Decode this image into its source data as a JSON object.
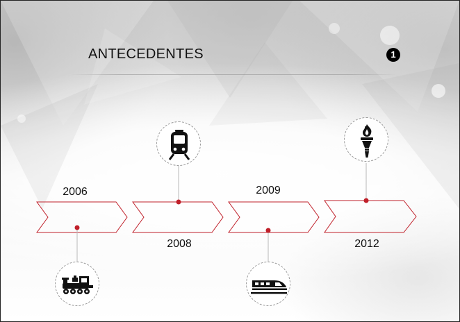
{
  "slide": {
    "title": "ANTECEDENTES",
    "page_number": "1"
  },
  "timeline": {
    "items": [
      {
        "year": "2006",
        "icon": "steam-locomotive-icon"
      },
      {
        "year": "2008",
        "icon": "tram-icon"
      },
      {
        "year": "2009",
        "icon": "high-speed-train-icon"
      },
      {
        "year": "2012",
        "icon": "torch-icon"
      }
    ]
  },
  "colors": {
    "accent": "#c0202a",
    "connector": "#b8b8b8",
    "text": "#111111"
  }
}
